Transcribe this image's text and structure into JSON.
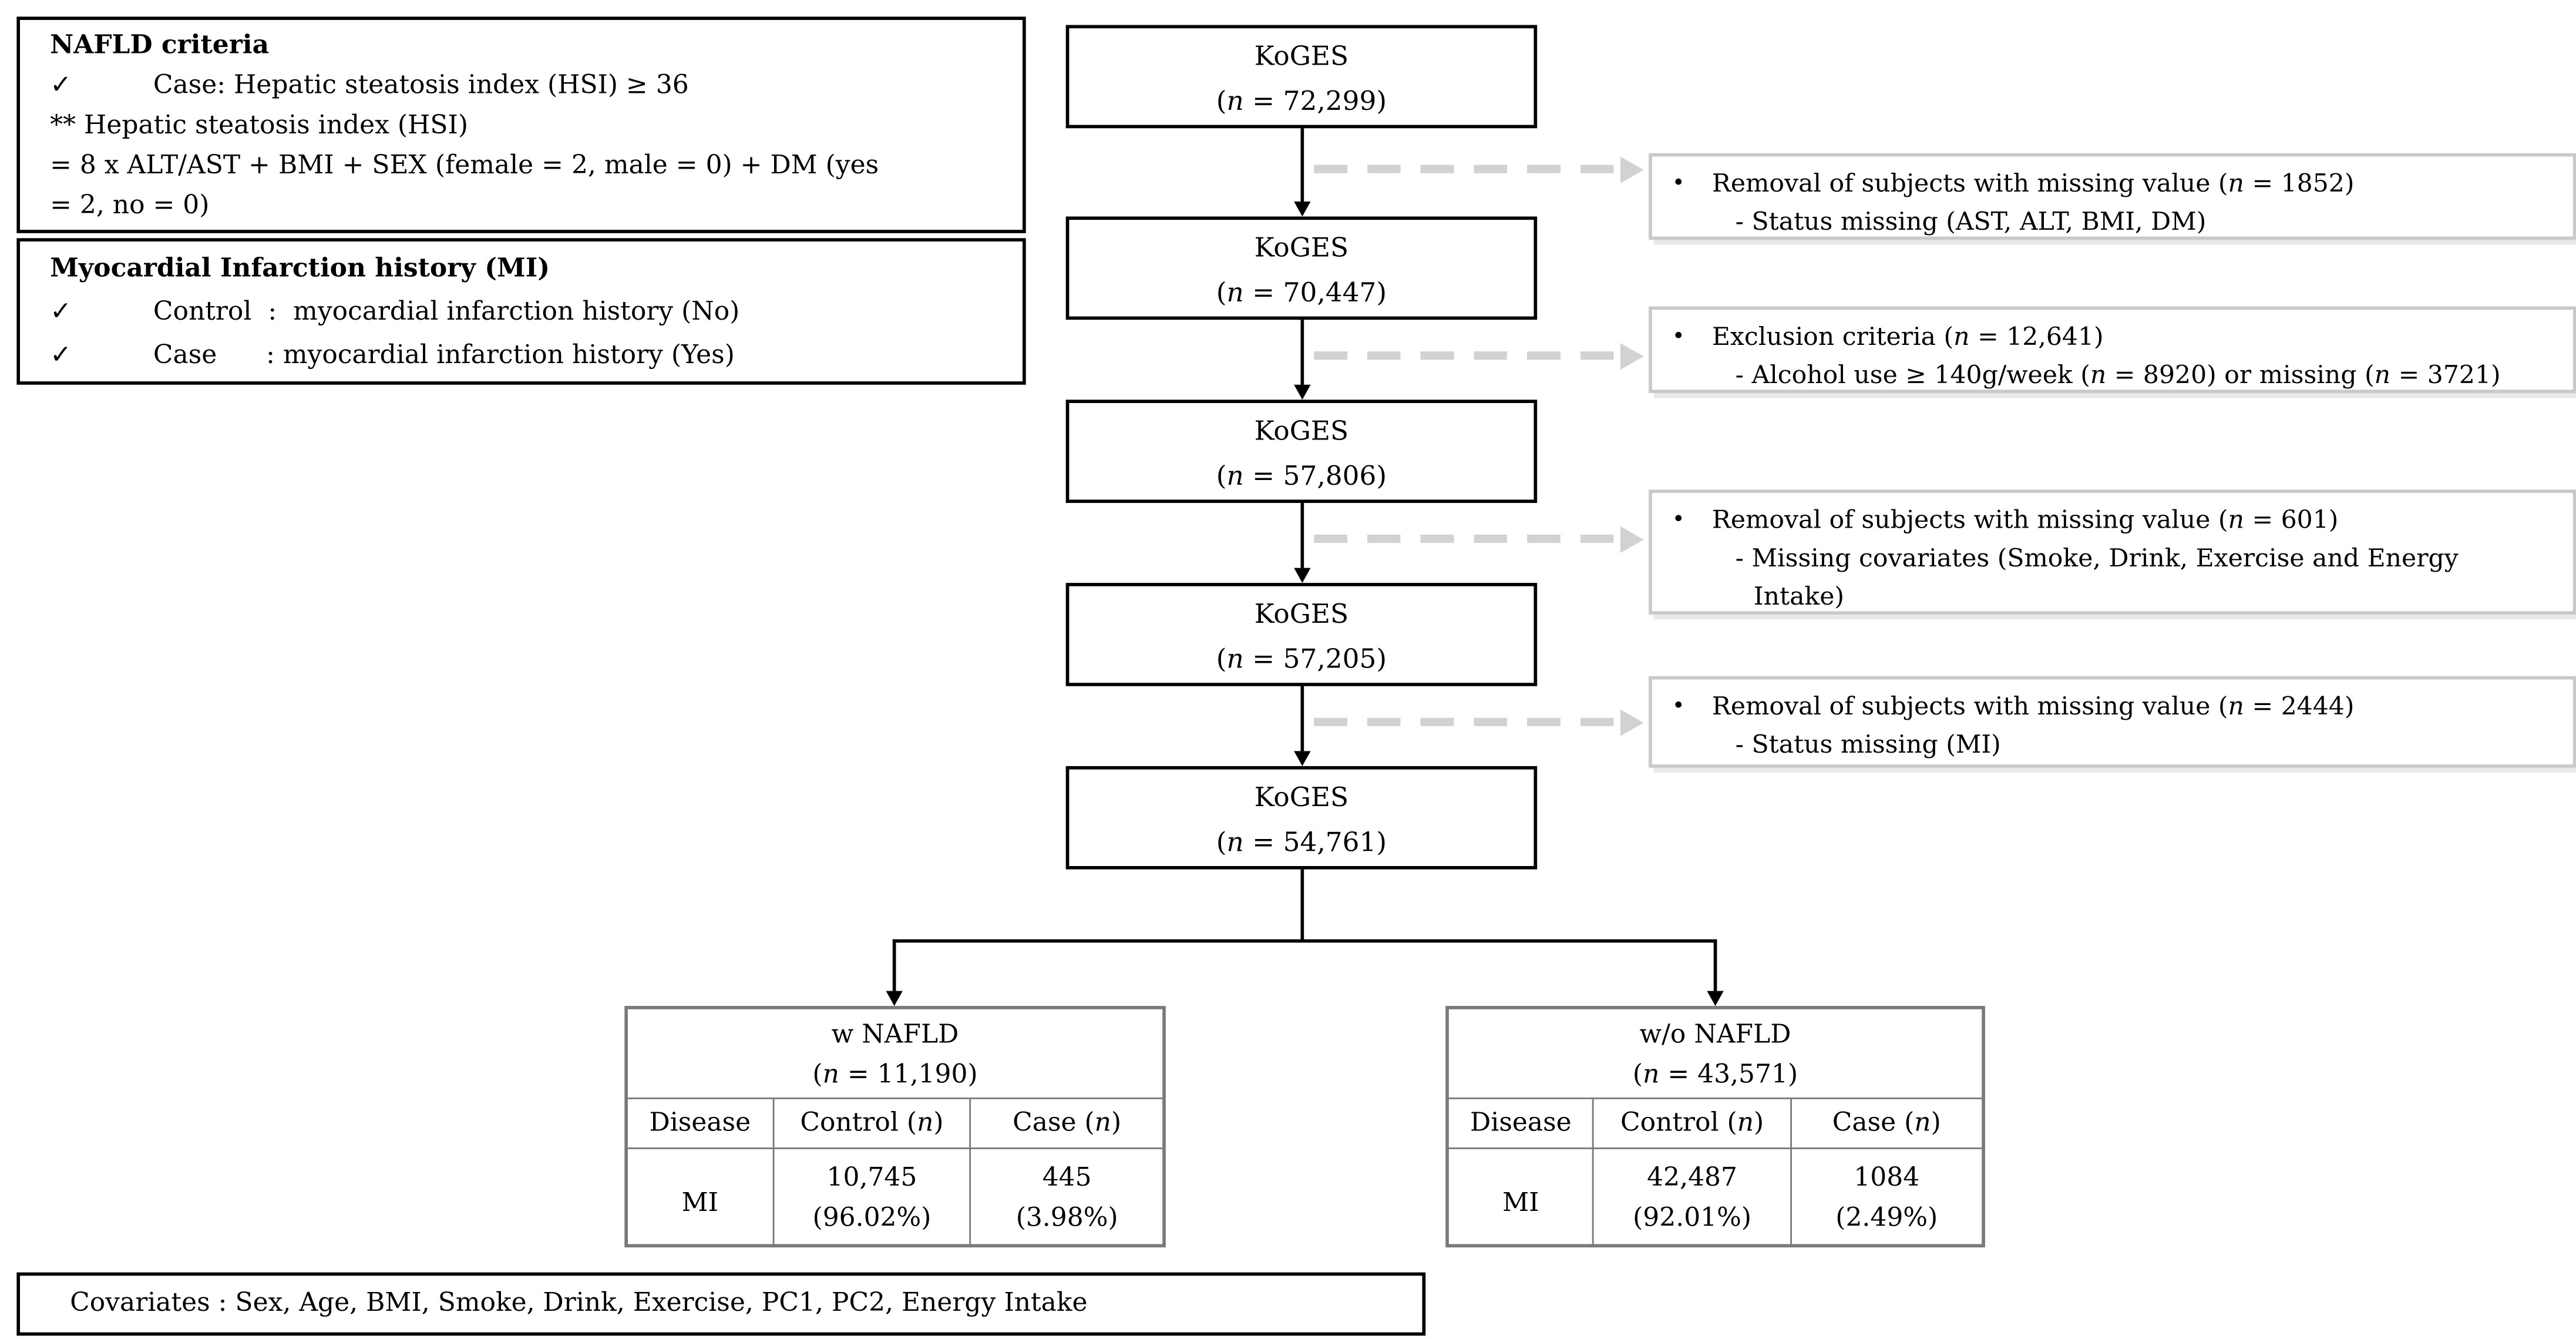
{
  "glyphs": {
    "checkmark": "✓",
    "bullet": "•"
  },
  "colors": {
    "text": "#000000",
    "bg": "#ffffff",
    "flow_border": "#000000",
    "side_border": "#c9c9c9",
    "dash": "#d2d2d2",
    "table_border": "#7a7a7a"
  },
  "criteria_box": {
    "title": "NAFLD criteria",
    "check1": "Case: Hepatic steatosis index (HSI) ≥ 36",
    "line2": "** Hepatic steatosis index (HSI)",
    "line3": "= 8 x ALT/AST + BMI + SEX (female = 2, male = 0) + DM (yes = 2, no = 0)"
  },
  "mi_box": {
    "title": "Myocardial Infarction history (MI)",
    "check1": "Control  :  myocardial infarction history (No)",
    "check2": "Case      : myocardial infarction history (Yes)"
  },
  "flow_nodes": [
    {
      "label": "KoGES",
      "n": "(n = 72,299)"
    },
    {
      "label": "KoGES",
      "n": "(n = 70,447)"
    },
    {
      "label": "KoGES",
      "n": "(n = 57,806)"
    },
    {
      "label": "KoGES",
      "n": "(n = 57,205)"
    },
    {
      "label": "KoGES",
      "n": "(n = 54,761)"
    }
  ],
  "side_boxes": [
    {
      "line1": "Removal of subjects with missing value (n = 1852)",
      "line2": "- Status missing (AST, ALT, BMI, DM)"
    },
    {
      "line1": "Exclusion criteria (n = 12,641)",
      "line2": "- Alcohol use ≥ 140g/week (n = 8920) or missing (n = 3721)"
    },
    {
      "line1": "Removal of subjects with missing value (n = 601)",
      "line2": "- Missing covariates (Smoke, Drink, Exercise and Energy Intake)"
    },
    {
      "line1": "Removal of subjects with missing value (n = 2444)",
      "line2": "- Status missing (MI)"
    }
  ],
  "outcome_tables": [
    {
      "title": "w NAFLD",
      "n": "(n = 11,190)",
      "headers": [
        "Disease",
        "Control (n)",
        "Case (n)"
      ],
      "row": {
        "disease": "MI",
        "control": "10,745",
        "control_pct": "(96.02%)",
        "case": "445",
        "case_pct": "(3.98%)"
      }
    },
    {
      "title": "w/o NAFLD",
      "n": "(n = 43,571)",
      "headers": [
        "Disease",
        "Control (n)",
        "Case (n)"
      ],
      "row": {
        "disease": "MI",
        "control": "42,487",
        "control_pct": "(92.01%)",
        "case": "1084",
        "case_pct": "(2.49%)"
      }
    }
  ],
  "covariates_box": {
    "text": "Covariates : Sex, Age, BMI, Smoke, Drink, Exercise, PC1, PC2, Energy Intake"
  }
}
